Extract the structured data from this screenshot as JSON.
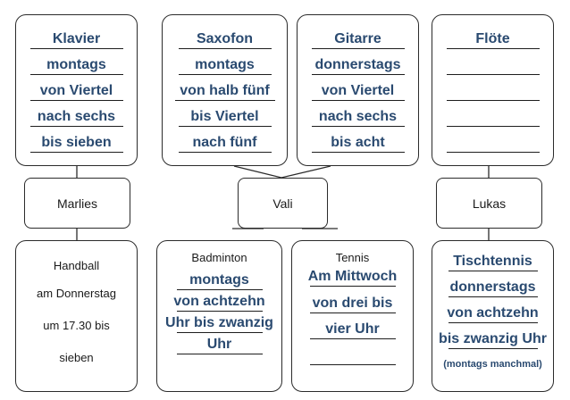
{
  "top_boxes": [
    {
      "id": "marlies-instrument",
      "lines": [
        "Klavier",
        "montags",
        "von Viertel",
        "nach sechs",
        "bis sieben"
      ]
    },
    {
      "id": "vali-instrument-1",
      "lines": [
        "Saxofon",
        "montags",
        "von halb fünf",
        "bis Viertel",
        "nach fünf"
      ]
    },
    {
      "id": "vali-instrument-2",
      "lines": [
        "Gitarre",
        "donnerstags",
        "von Viertel",
        "nach sechs",
        "bis acht"
      ]
    },
    {
      "id": "lukas-instrument",
      "lines": [
        "Flöte",
        "",
        "",
        "",
        ""
      ]
    }
  ],
  "names": {
    "marlies": "Marlies",
    "vali": "Vali",
    "lukas": "Lukas"
  },
  "bottom_boxes": {
    "marlies_sport": {
      "lines": [
        "Handball",
        "am Donnerstag",
        "um 17.30 bis",
        "sieben"
      ]
    },
    "vali_sport_1": {
      "title": "Badminton",
      "lines": [
        "montags",
        "von achtzehn",
        "Uhr bis zwanzig",
        "Uhr",
        ""
      ]
    },
    "vali_sport_2": {
      "title": "Tennis",
      "lines": [
        "Am Mittwoch",
        "von drei bis",
        "vier Uhr",
        ""
      ]
    },
    "lukas_sport": {
      "lines": [
        "Tischtennis",
        "donnerstags",
        "von achtzehn",
        "bis zwanzig Uhr"
      ],
      "note": "(montags manchmal)"
    }
  }
}
